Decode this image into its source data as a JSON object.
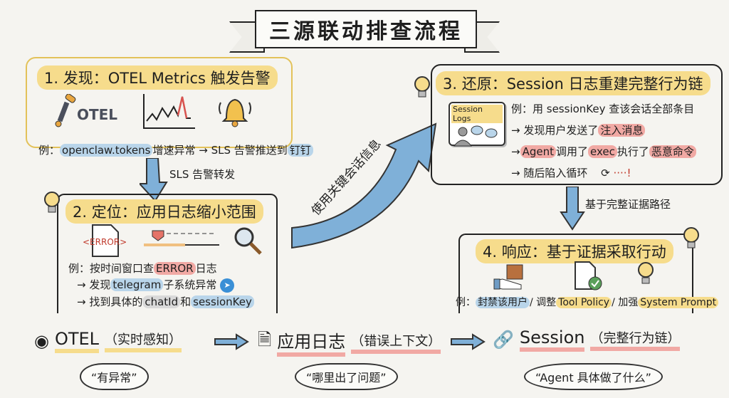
{
  "title": "三源联动排查流程",
  "step1": {
    "heading": "1. 发现：OTEL Metrics 触发告警",
    "icons": [
      "otel-telescope-icon",
      "spike-chart-icon",
      "bell-icon"
    ],
    "otel_logo_text": "OTEL",
    "example_prefix": "例：",
    "metric": "openclaw.tokens",
    "example_mid": "增速异常 → SLS 告警推送到",
    "destination": "钉钉"
  },
  "arrow_1_2": {
    "label": "SLS 告警转发"
  },
  "step2": {
    "heading": "2. 定位：应用日志缩小范围",
    "icons": [
      "error-file-icon",
      "timeline-icon",
      "magnifier-icon"
    ],
    "error_tag": "<ERROR>",
    "line1_prefix": "例：按时间窗口查",
    "line1_hl": "ERROR",
    "line1_suffix": "日志",
    "line2_prefix": "→ 发现",
    "line2_hl": "telegram",
    "line2_suffix": "子系统异常",
    "line3_prefix": "→ 找到具体的",
    "line3_hl1": "chatId",
    "line3_mid": "和",
    "line3_hl2": "sessionKey"
  },
  "arrow_2_3": {
    "label": "使用关键会话信息"
  },
  "step3": {
    "heading": "3. 还原：Session 日志重建完整行为链",
    "card_label": "Session Logs",
    "line1": "例：用 sessionKey 查该会话全部条目",
    "line2_prefix": "→ 发现用户发送了",
    "line2_hl": "注入消息",
    "line3_arrow": "→",
    "line3_hl1": "Agent",
    "line3_mid1": "调用了",
    "line3_hl2": "exec",
    "line3_mid2": "执行了",
    "line3_hl3": "恶意命令",
    "line4": "→ 随后陷入循环",
    "line4_tail": "····!"
  },
  "arrow_3_4": {
    "label": "基于完整证据路径"
  },
  "step4": {
    "heading": "4. 响应：基于证据采取行动",
    "icons": [
      "hand-box-icon",
      "doc-check-icon",
      "lightbulb-icon"
    ],
    "prefix": "例：",
    "action1": "封禁该用户",
    "sep1": "/ 调整",
    "action2": "Tool Policy",
    "sep2": "/ 加强",
    "action3": "System Prompt"
  },
  "summary": {
    "items": [
      {
        "icon": "eye-icon",
        "name": "OTEL",
        "desc": "（实时感知）",
        "thought": "“有异常”"
      },
      {
        "icon": "log-document-icon",
        "name": "应用日志",
        "desc": "（错误上下文）",
        "thought": "“哪里出了问题”"
      },
      {
        "icon": "chain-link-icon",
        "name": "Session",
        "desc": "（完整行为链）",
        "thought": "“Agent 具体做了什么”"
      }
    ]
  },
  "colors": {
    "background": "#f5f4f0",
    "highlight_yellow": "#f6dc8c",
    "highlight_blue": "#b9d5ea",
    "highlight_red": "#f1a9a4",
    "arrow_blue": "#7fb0d8"
  }
}
